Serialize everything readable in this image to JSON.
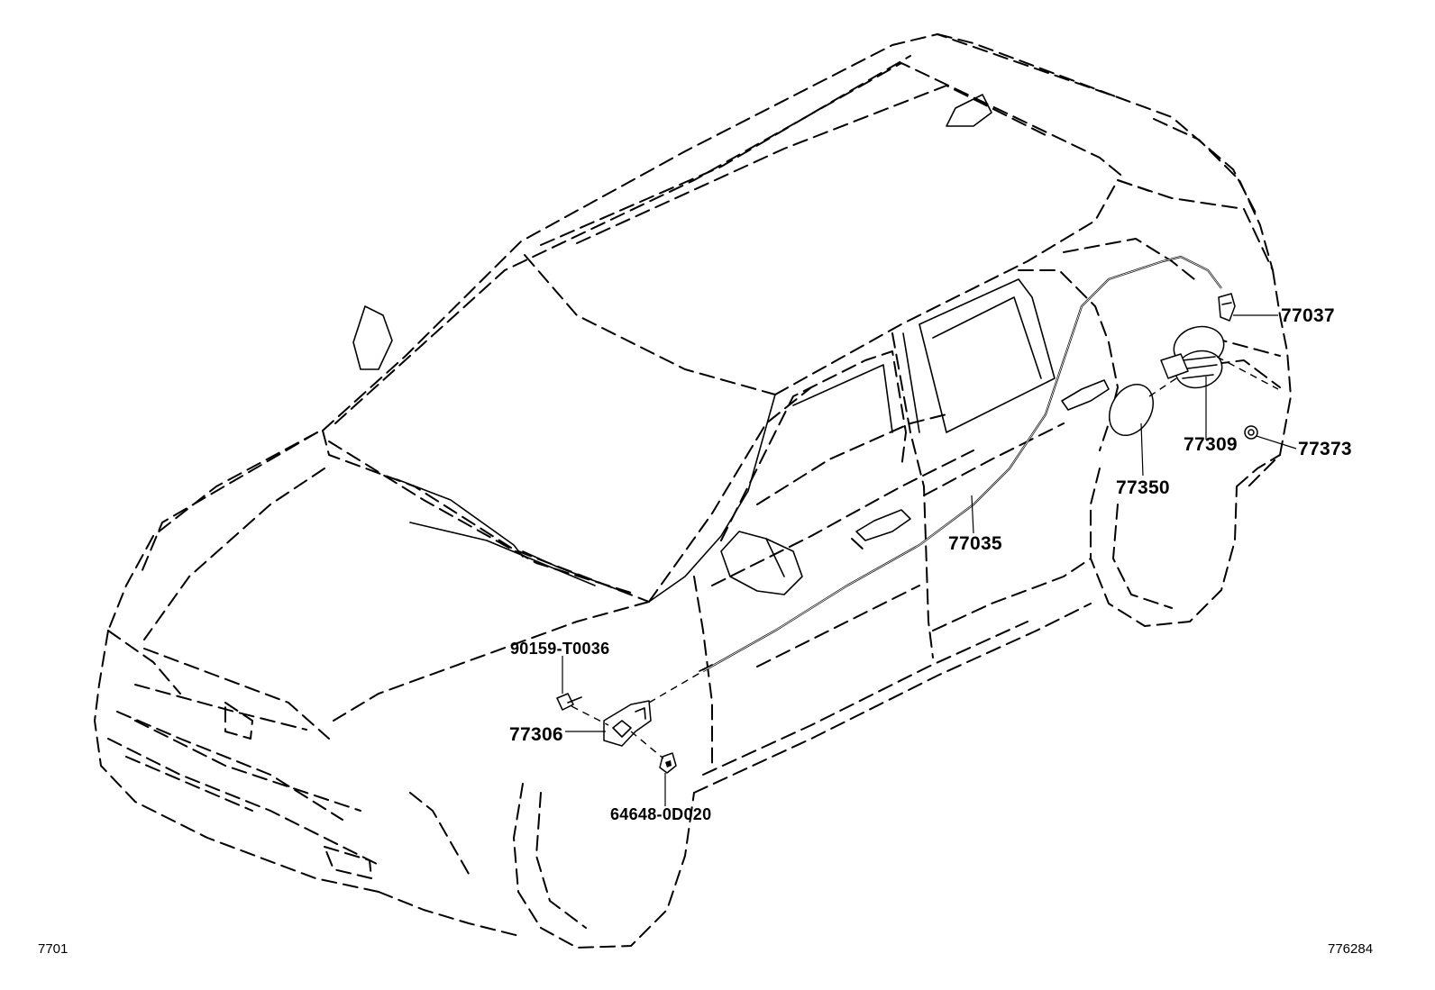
{
  "diagram": {
    "figure_code": "7701",
    "illustration_number": "776284",
    "parts": [
      {
        "id": "77037",
        "label": "77037"
      },
      {
        "id": "77309",
        "label": "77309"
      },
      {
        "id": "77373",
        "label": "77373"
      },
      {
        "id": "77350",
        "label": "77350"
      },
      {
        "id": "77035",
        "label": "77035"
      },
      {
        "id": "90159-T0036",
        "label": "90159-T0036"
      },
      {
        "id": "77306",
        "label": "77306"
      },
      {
        "id": "64648-0D020",
        "label": "64648-0D020"
      }
    ]
  }
}
